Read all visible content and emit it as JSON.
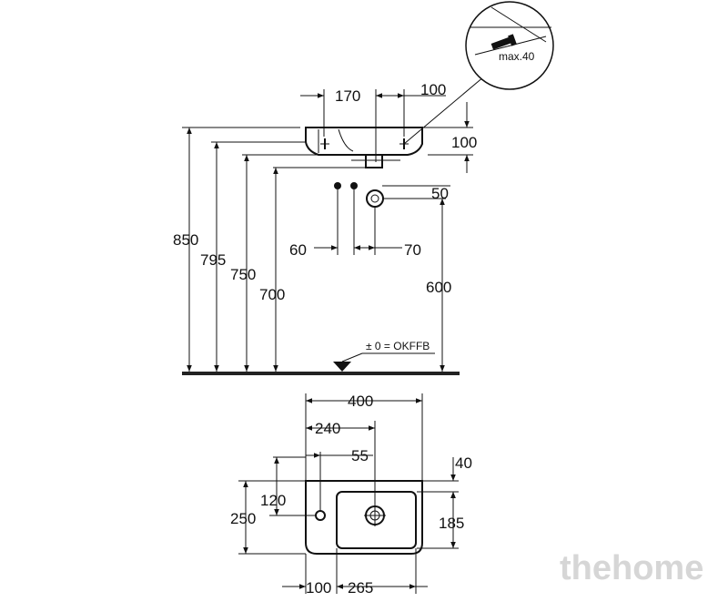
{
  "elevation": {
    "dims": {
      "d170": "170",
      "d100_top": "100",
      "d100_side": "100",
      "d50": "50",
      "d60": "60",
      "d70": "70",
      "d850": "850",
      "d795": "795",
      "d750": "750",
      "d700": "700",
      "d600": "600"
    },
    "floor_label": "± 0 = OKFFB",
    "detail_label": "max.40"
  },
  "plan": {
    "dims": {
      "d400": "400",
      "d240": "240",
      "d55": "55",
      "d40": "40",
      "d120": "120",
      "d250": "250",
      "d185": "185",
      "d100": "100",
      "d265": "265"
    }
  },
  "watermark": "thehome"
}
